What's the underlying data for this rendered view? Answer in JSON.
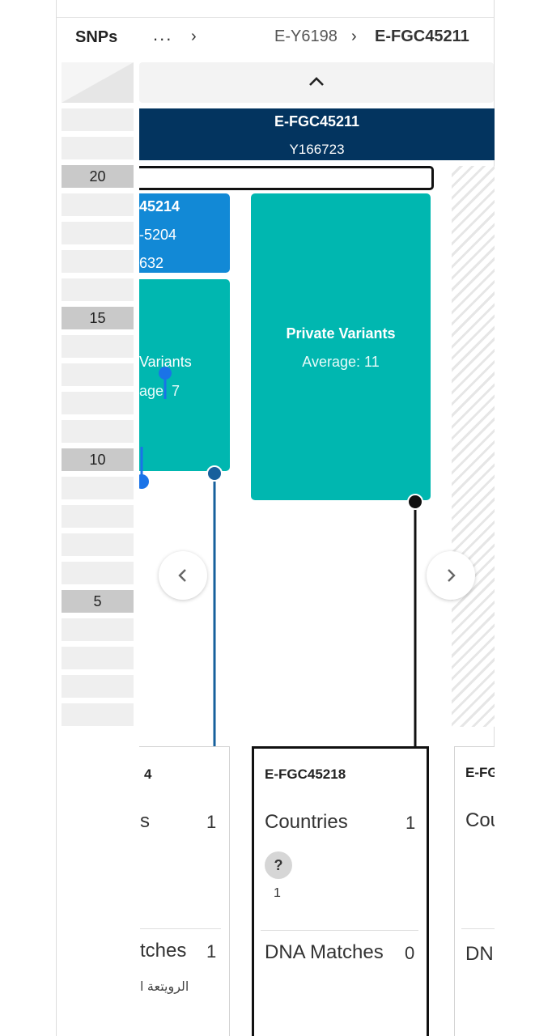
{
  "header": {
    "snps_label": "SNPs",
    "ellipsis": "...",
    "breadcrumbs": [
      {
        "label": "E-Y6198"
      },
      {
        "label": "E-FGC45211"
      }
    ]
  },
  "axis": {
    "labels": [
      "20",
      "15",
      "10",
      "5"
    ]
  },
  "tree": {
    "parent_node": {
      "name": "E-FGC45211",
      "snp": "Y166723"
    },
    "left_branch": {
      "snp_lines": [
        "45214",
        "-5204",
        "632"
      ],
      "variants_label": "Variants",
      "average_label": "age: 7"
    },
    "right_branch": {
      "variants_label": "Private Variants",
      "average_label": "Average: 11"
    }
  },
  "cards": {
    "left": {
      "title": "4",
      "countries_label": "s",
      "countries_count": "1",
      "matches_label": "tches",
      "matches_count": "1",
      "match_place": "الرويتعة ا"
    },
    "middle": {
      "title": "E-FGC45218",
      "countries_label": "Countries",
      "countries_count": "1",
      "unknown_symbol": "?",
      "unknown_count": "1",
      "matches_label": "DNA Matches",
      "matches_count": "0"
    },
    "right": {
      "title": "E-FG",
      "countries_label": "Cou",
      "matches_label": "DN."
    }
  },
  "colors": {
    "parent_node": "#03345f",
    "blue_node": "#1289d6",
    "teal_node": "#00b7b0"
  },
  "icons": {
    "collapse": "chevron-up-icon",
    "prev": "chevron-left-icon",
    "next": "chevron-right-icon",
    "breadcrumb_separator": "chevron-right-icon"
  }
}
